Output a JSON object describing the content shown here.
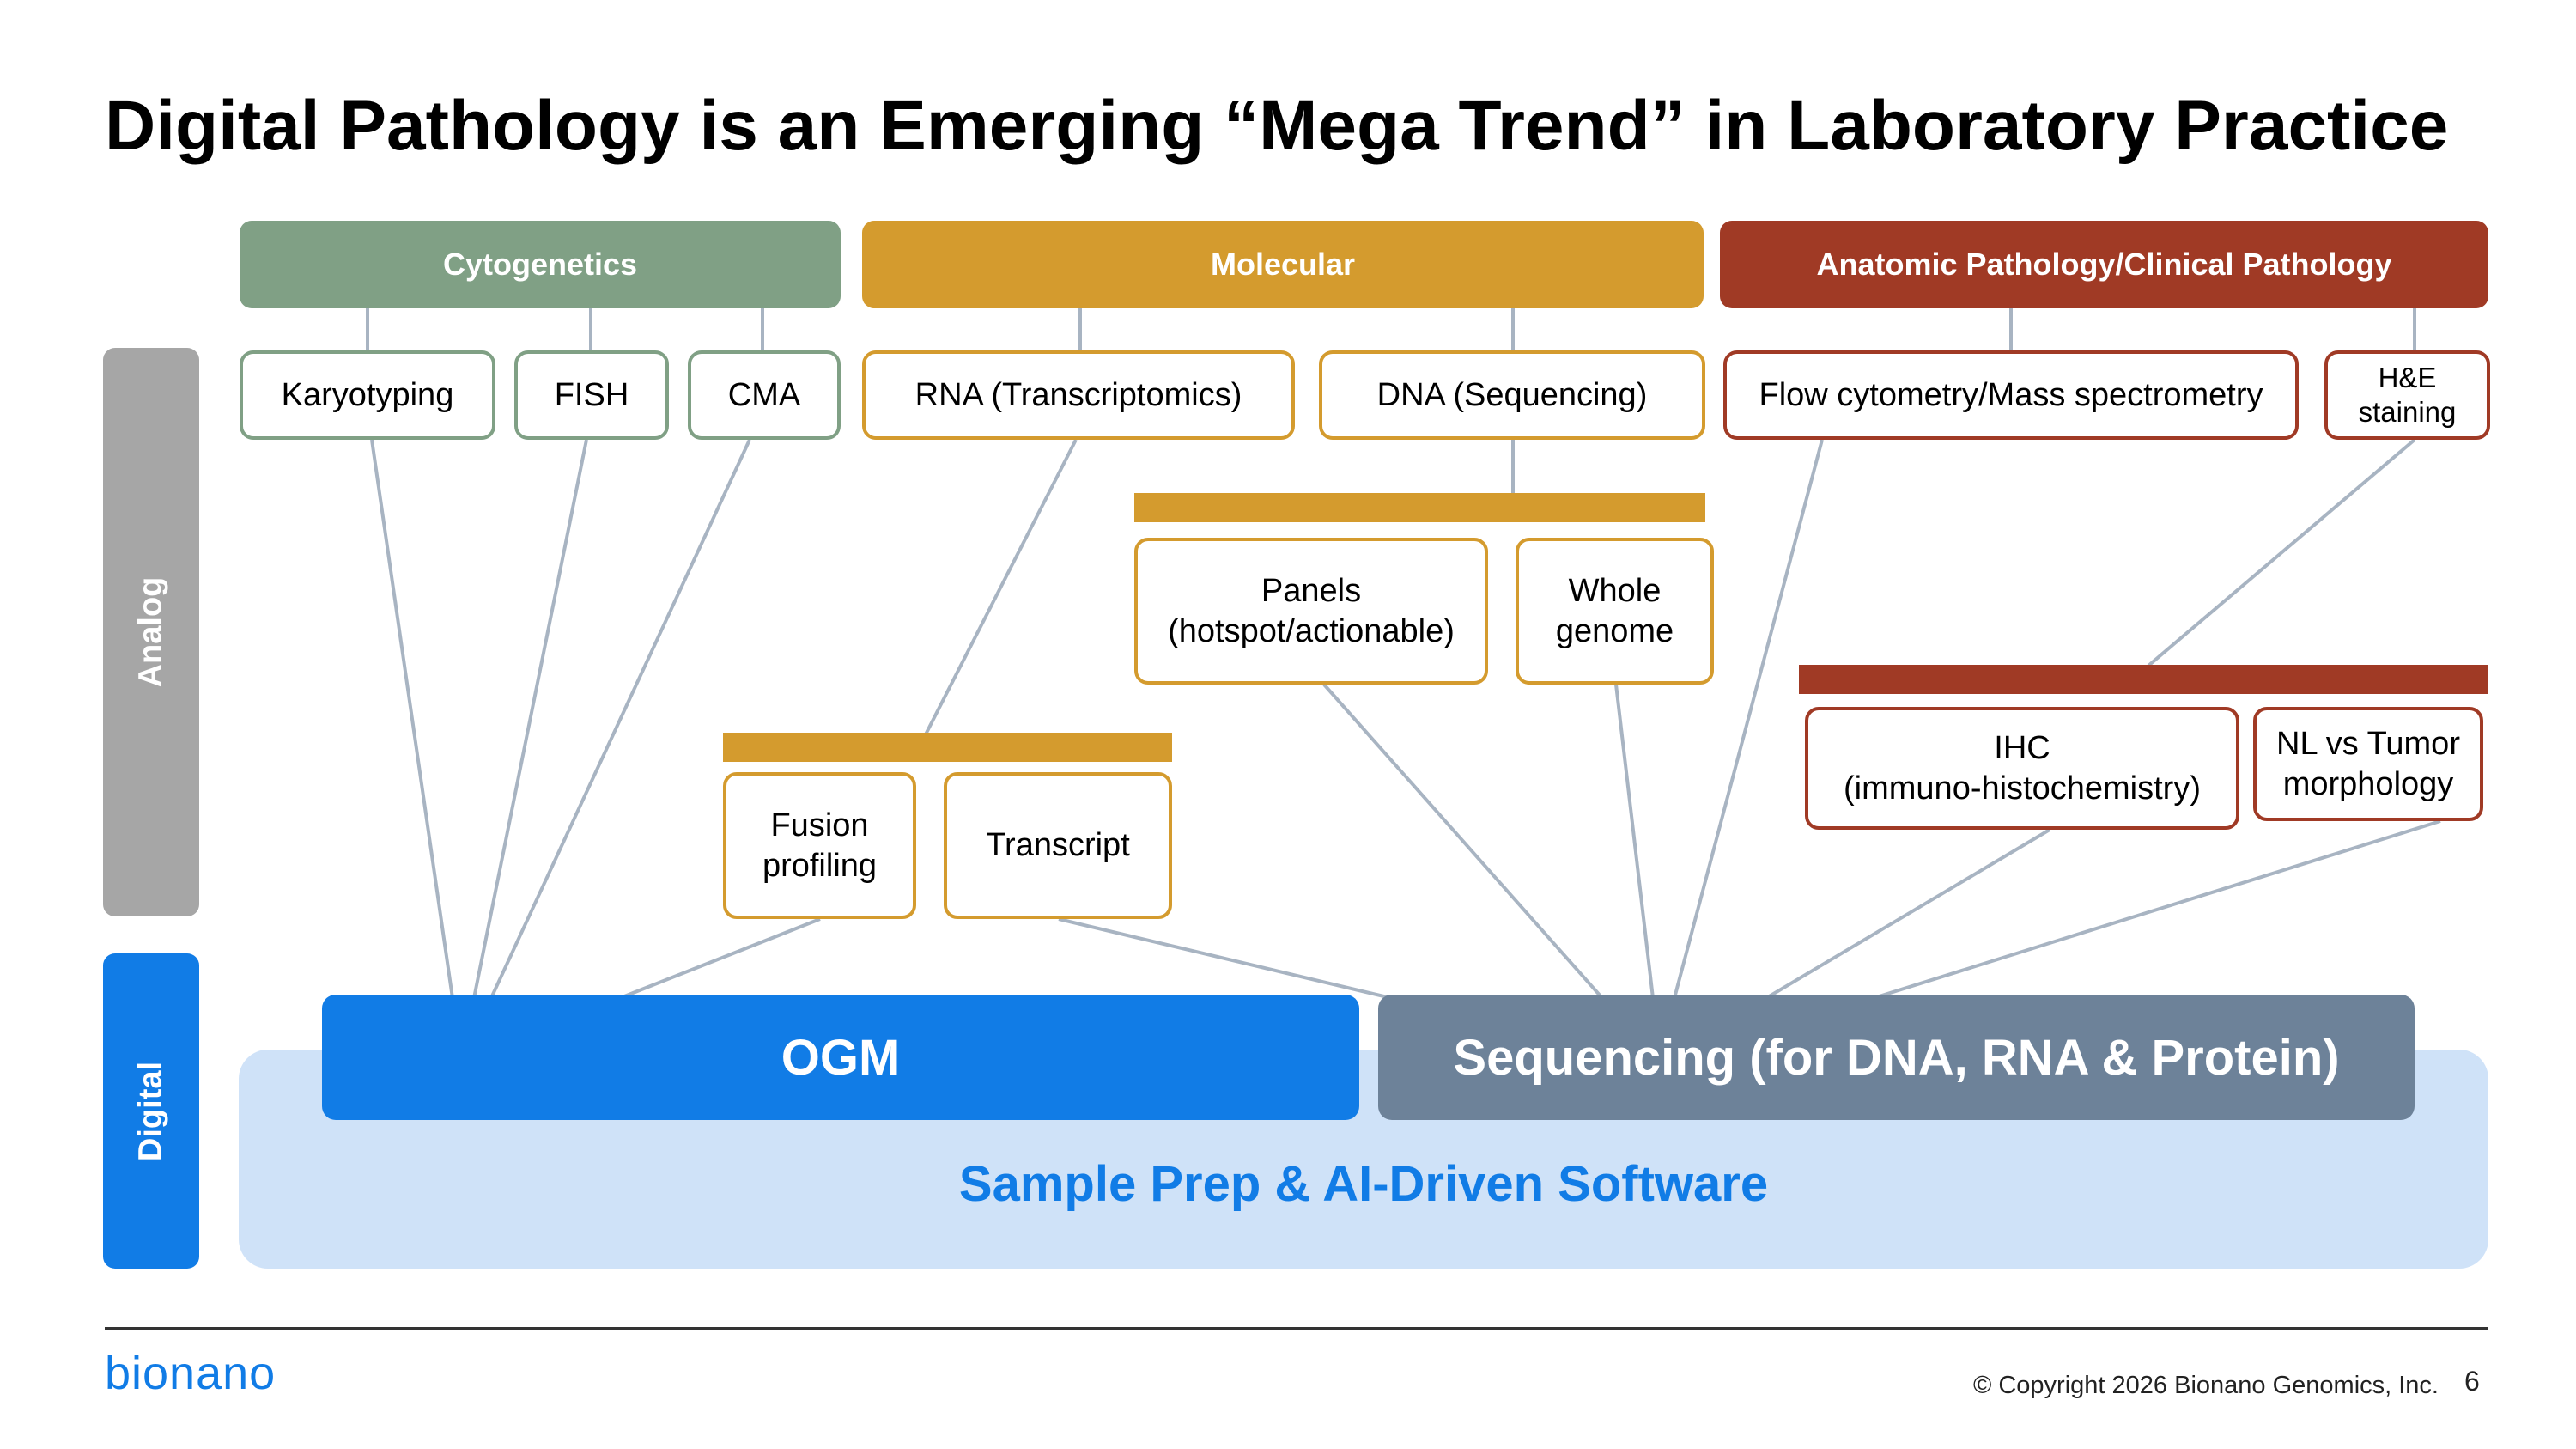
{
  "title": "Digital Pathology is an Emerging “Mega Trend” in Laboratory Practice",
  "side_labels": {
    "analog": "Analog",
    "digital": "Digital"
  },
  "categories": {
    "cytogenetics": "Cytogenetics",
    "molecular": "Molecular",
    "anatomic": "Anatomic Pathology/Clinical Pathology"
  },
  "methods": {
    "karyotyping": "Karyotyping",
    "fish": "FISH",
    "cma": "CMA",
    "rna": "RNA (Transcriptomics)",
    "dna": "DNA (Sequencing)",
    "flow": "Flow cytometry/Mass spectrometry",
    "he_line1": "H&E",
    "he_line2": "staining",
    "panels_line1": "Panels",
    "panels_line2": "(hotspot/actionable)",
    "whole_line1": "Whole",
    "whole_line2": "genome",
    "fusion_line1": "Fusion",
    "fusion_line2": "profiling",
    "transcript": "Transcript",
    "ihc_line1": "IHC",
    "ihc_line2": "(immuno-histochemistry)",
    "nl_line1": "NL vs Tumor",
    "nl_line2": "morphology"
  },
  "platforms": {
    "ogm": "OGM",
    "sequencing": "Sequencing (for DNA, RNA & Protein)",
    "software": "Sample Prep & AI-Driven Software"
  },
  "footer": {
    "logo": "bionano",
    "copyright": "© Copyright 2026 Bionano Genomics, Inc.",
    "page_number": "6"
  },
  "colors": {
    "cytogenetics": "#80a085",
    "molecular": "#d49b2e",
    "anatomic": "#a03a25",
    "ogm": "#117ce6",
    "sequencing": "#6d8299",
    "software_bg": "#cfe2f8",
    "software_text": "#117ce6",
    "analog": "#a6a6a6",
    "connector": "#a8b4c2"
  }
}
